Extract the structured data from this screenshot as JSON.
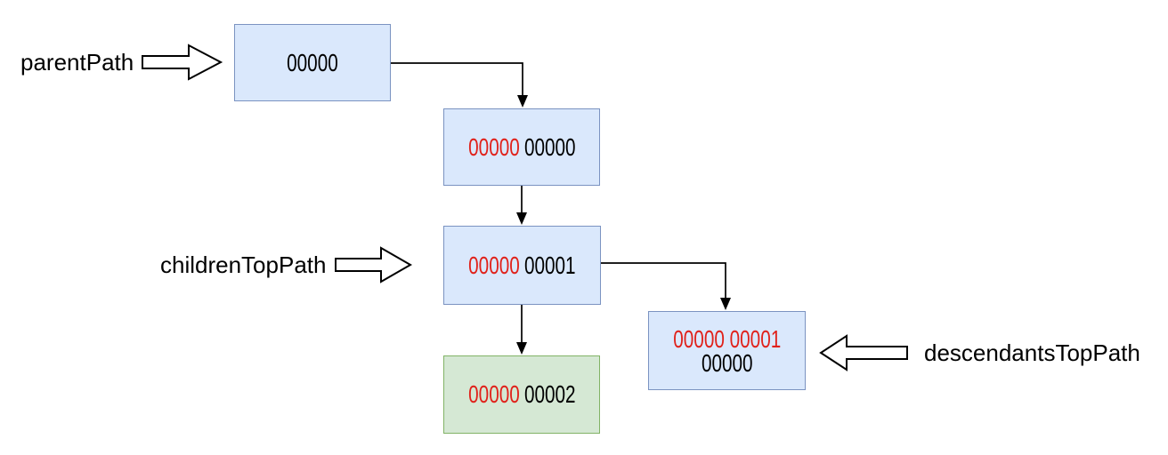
{
  "labels": {
    "parent_path": "parentPath",
    "children_top_path": "childrenTopPath",
    "descendants_top_path": "descendantsTopPath"
  },
  "nodes": {
    "parent": {
      "value": "00000"
    },
    "first_child": {
      "prefix": "00000",
      "value": "00000"
    },
    "children_top": {
      "prefix": "00000",
      "value": "00001"
    },
    "children_bottom": {
      "prefix": "00000",
      "value": "00002"
    },
    "descendants_top": {
      "path_line": "00000 00001",
      "value_line": "00000"
    }
  },
  "colors": {
    "blue_node_fill": "#dae8fc",
    "blue_node_border": "#7b93c1",
    "green_node_fill": "#d5e8d4",
    "green_node_border": "#82b366",
    "path_prefix_red": "#e0211a",
    "text_black": "#000000",
    "connector": "#000000"
  }
}
